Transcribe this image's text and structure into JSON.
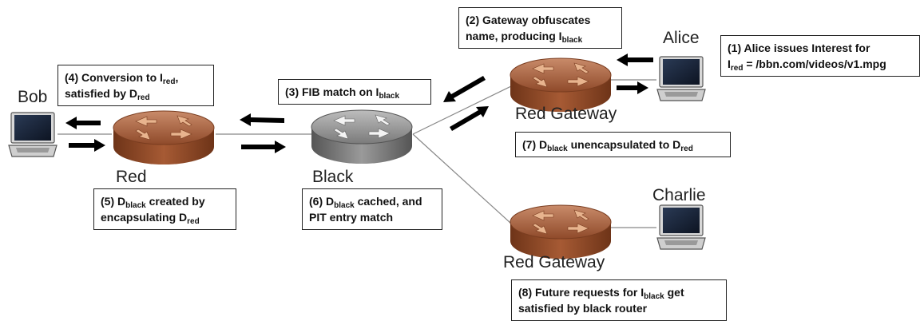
{
  "nodes": {
    "bob": "Bob",
    "red": "Red",
    "black": "Black",
    "alice": "Alice",
    "charlie": "Charlie",
    "red_gateway_top": "Red Gateway",
    "red_gateway_bottom": "Red Gateway"
  },
  "notes": {
    "n1": {
      "l1": "(1) Alice issues Interest for",
      "l2_a": "I",
      "l2_sub": "red",
      "l2_b": " = /bbn.com/videos/v1.mpg"
    },
    "n2": {
      "l1": "(2) Gateway obfuscates",
      "l2_a": "name, producing I",
      "l2_sub": "black"
    },
    "n3": {
      "a": "(3) FIB match on I",
      "sub": "black"
    },
    "n4": {
      "l1_a": "(4) Conversion to I",
      "l1_sub": "red",
      "l1_b": ",",
      "l2_a": "satisfied by D",
      "l2_sub": "red"
    },
    "n5": {
      "l1_a": "(5) D",
      "l1_sub": "black",
      "l1_b": " created by",
      "l2_a": "encapsulating D",
      "l2_sub": "red"
    },
    "n6": {
      "l1_a": "(6) D",
      "l1_sub": "black",
      "l1_b": " cached, and",
      "l2": "PIT entry match"
    },
    "n7": {
      "a": "(7) D",
      "sub1": "black",
      "b": " unencapsulated to D",
      "sub2": "red"
    },
    "n8": {
      "l1_a": "(8) Future requests for I",
      "l1_sub": "black",
      "l1_b": " get",
      "l2": "satisfied by black router"
    }
  },
  "colors": {
    "red_router": "#a0522d",
    "black_router": "#8a8a8a",
    "arrow": "#000000",
    "link": "#888888"
  },
  "icons": [
    "laptop-icon",
    "router-icon",
    "arrow-icon"
  ]
}
